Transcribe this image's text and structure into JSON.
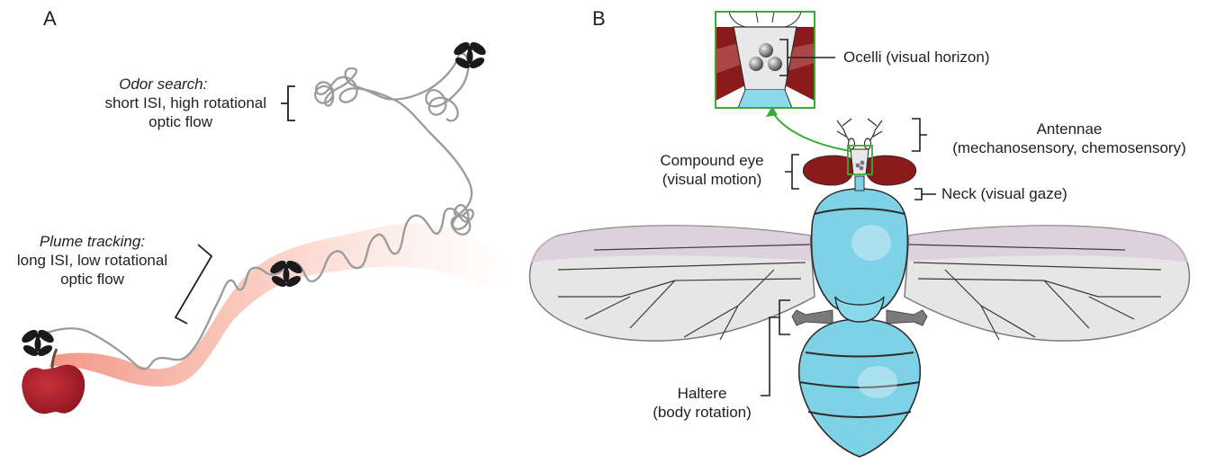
{
  "panels": {
    "a": "A",
    "b": "B"
  },
  "panel_a": {
    "odor_search": {
      "title": "Odor search:",
      "line1": "short ISI, high rotational",
      "line2": "optic flow"
    },
    "plume_tracking": {
      "title": "Plume tracking:",
      "line1": "long ISI, low rotational",
      "line2": "optic flow"
    }
  },
  "panel_b": {
    "ocelli": "Ocelli (visual horizon)",
    "antennae": {
      "line1": "Antennae",
      "line2": "(mechanosensory, chemosensory)"
    },
    "compound_eye": {
      "line1": "Compound eye",
      "line2": "(visual motion)"
    },
    "neck": "Neck (visual gaze)",
    "haltere": {
      "line1": "Haltere",
      "line2": "(body rotation)"
    }
  },
  "colors": {
    "fly_body": "#7fd2e6",
    "fly_body_dark": "#5bb8cf",
    "compound_eye": "#8b1a1a",
    "wing": "#e6e6e6",
    "wing_tint": "#d9c8d8",
    "trajectory": "#9b9b9b",
    "plume": "#f6a48f",
    "apple": "#b01e2b",
    "highlight_box": "#3aaa35",
    "fly_silhouette": "#1a1a1a"
  }
}
